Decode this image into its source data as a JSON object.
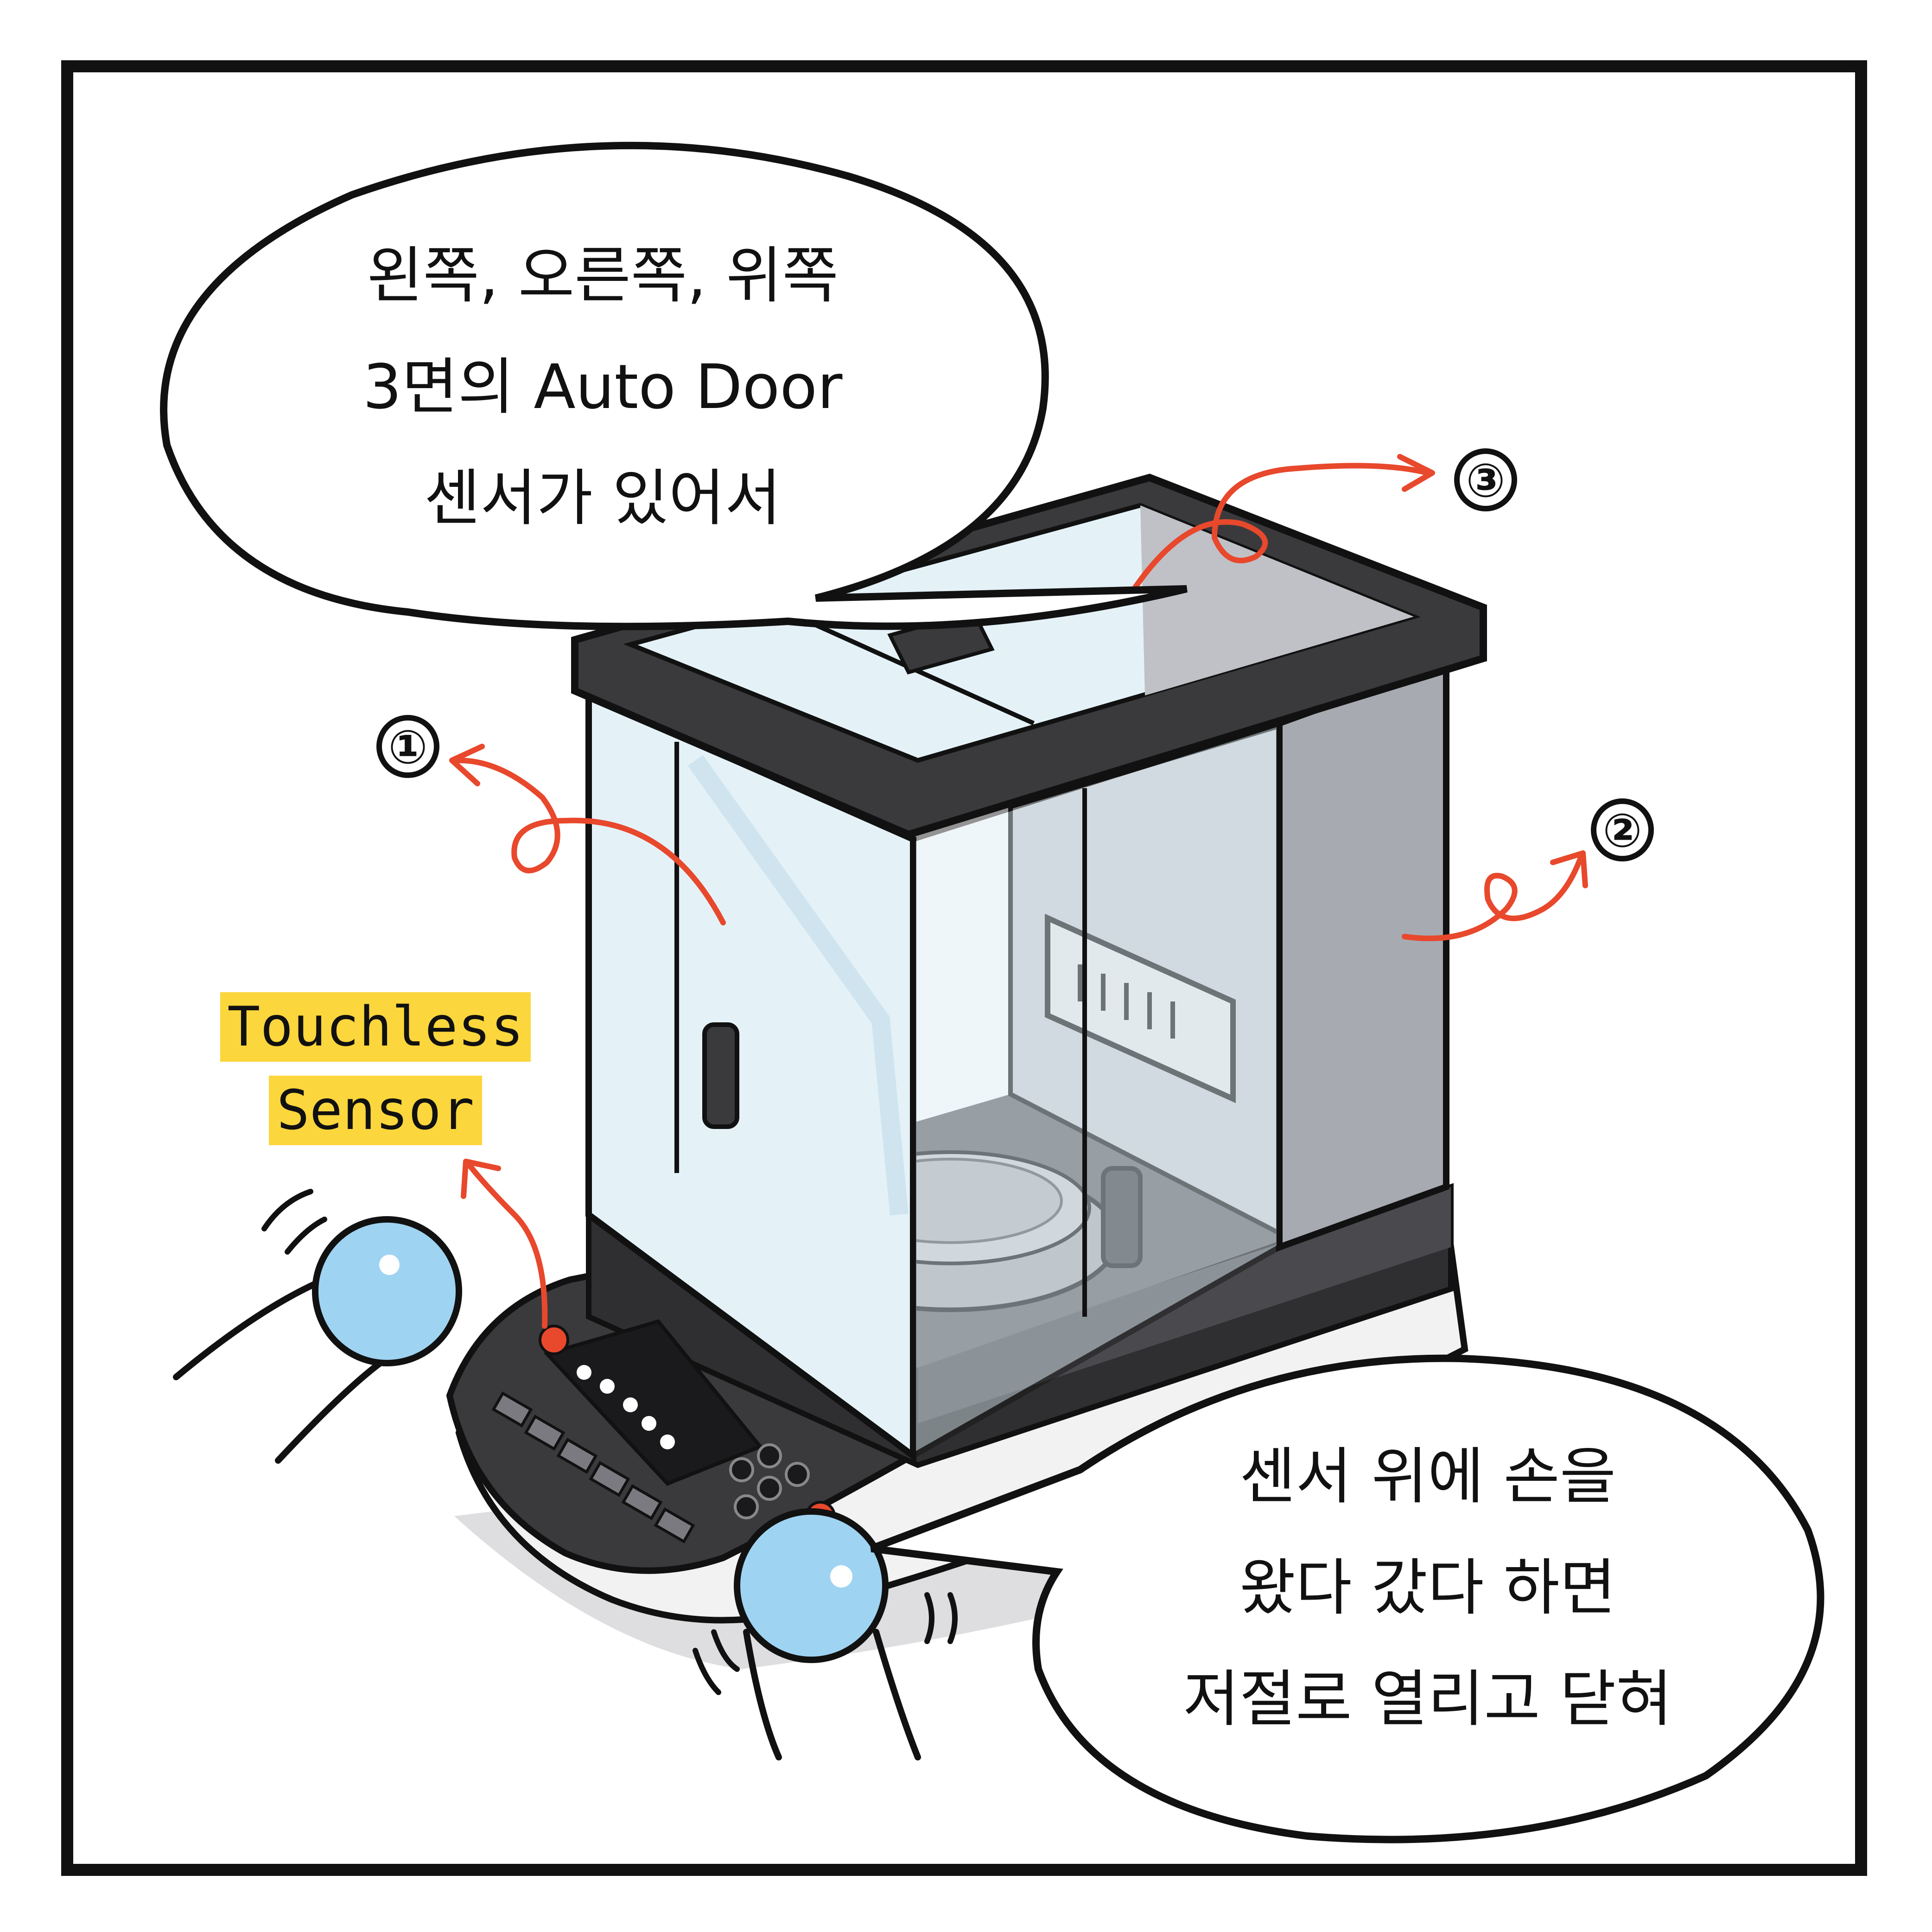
{
  "speech_bubbles": {
    "top_left": {
      "lines": [
        "왼쪽, 오른쪽, 위쪽",
        "3면의 Auto Door",
        "센서가 있어서"
      ]
    },
    "bottom_right": {
      "lines": [
        "센서 위에 손을",
        "왔다 갔다 하면",
        "저절로 열리고 닫혀"
      ]
    }
  },
  "markers": {
    "left_door": "①",
    "right_door": "②",
    "top_door": "③"
  },
  "sensor_label": {
    "lines": [
      "Touchless",
      "Sensor"
    ]
  },
  "colors": {
    "outline": "#111111",
    "arrow": "#e8482c",
    "label_highlight": "#fbd63c",
    "glass": "#e4f2f8",
    "side_panel": "#a7aab1",
    "hand": "#9fd3f2",
    "balance_body": "#3a3a3d",
    "base": "#f2f2f2"
  }
}
